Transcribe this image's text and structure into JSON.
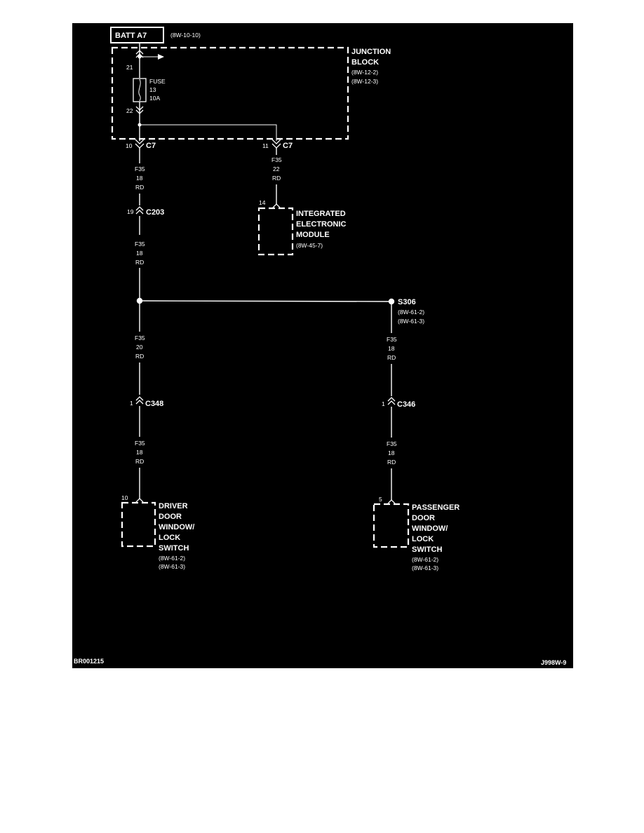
{
  "colors": {
    "panel": "#000000",
    "ink": "#ffffff",
    "page": "#ffffff"
  },
  "batt": {
    "label": "BATT A7",
    "ref": "(8W-10-10)"
  },
  "junction_block": {
    "title_line1": "JUNCTION",
    "title_line2": "BLOCK",
    "ref1": "(8W-12-2)",
    "ref2": "(8W-12-3)",
    "pin_in": "21",
    "pin_out": "22",
    "fuse_label": "FUSE",
    "fuse_number": "13",
    "fuse_rating": "10A"
  },
  "c7_left": {
    "pin": "10",
    "name": "C7"
  },
  "c7_right": {
    "pin": "11",
    "name": "C7"
  },
  "wire_f35_22": {
    "circuit": "F35",
    "gauge": "22",
    "color": "RD"
  },
  "wire_f35_18a": {
    "circuit": "F35",
    "gauge": "18",
    "color": "RD"
  },
  "c203": {
    "pin": "19",
    "name": "C203"
  },
  "wire_f35_18b": {
    "circuit": "F35",
    "gauge": "18",
    "color": "RD"
  },
  "iem": {
    "pin": "14",
    "line1": "INTEGRATED",
    "line2": "ELECTRONIC",
    "line3": "MODULE",
    "ref": "(8W-45-7)"
  },
  "s306": {
    "name": "S306",
    "ref1": "(8W-61-2)",
    "ref2": "(8W-61-3)"
  },
  "wire_f35_20": {
    "circuit": "F35",
    "gauge": "20",
    "color": "RD"
  },
  "wire_f35_18c": {
    "circuit": "F35",
    "gauge": "18",
    "color": "RD"
  },
  "c348": {
    "pin": "1",
    "name": "C348"
  },
  "c346": {
    "pin": "1",
    "name": "C346"
  },
  "wire_f35_18d": {
    "circuit": "F35",
    "gauge": "18",
    "color": "RD"
  },
  "wire_f35_18e": {
    "circuit": "F35",
    "gauge": "18",
    "color": "RD"
  },
  "driver_switch": {
    "pin": "10",
    "line1": "DRIVER",
    "line2": "DOOR",
    "line3": "WINDOW/",
    "line4": "LOCK",
    "line5": "SWITCH",
    "ref1": "(8W-61-2)",
    "ref2": "(8W-61-3)"
  },
  "passenger_switch": {
    "pin": "5",
    "line1": "PASSENGER",
    "line2": "DOOR",
    "line3": "WINDOW/",
    "line4": "LOCK",
    "line5": "SWITCH",
    "ref1": "(8W-61-2)",
    "ref2": "(8W-61-3)"
  },
  "footer": {
    "left_code": "BR001215",
    "right_code": "J998W-9"
  }
}
